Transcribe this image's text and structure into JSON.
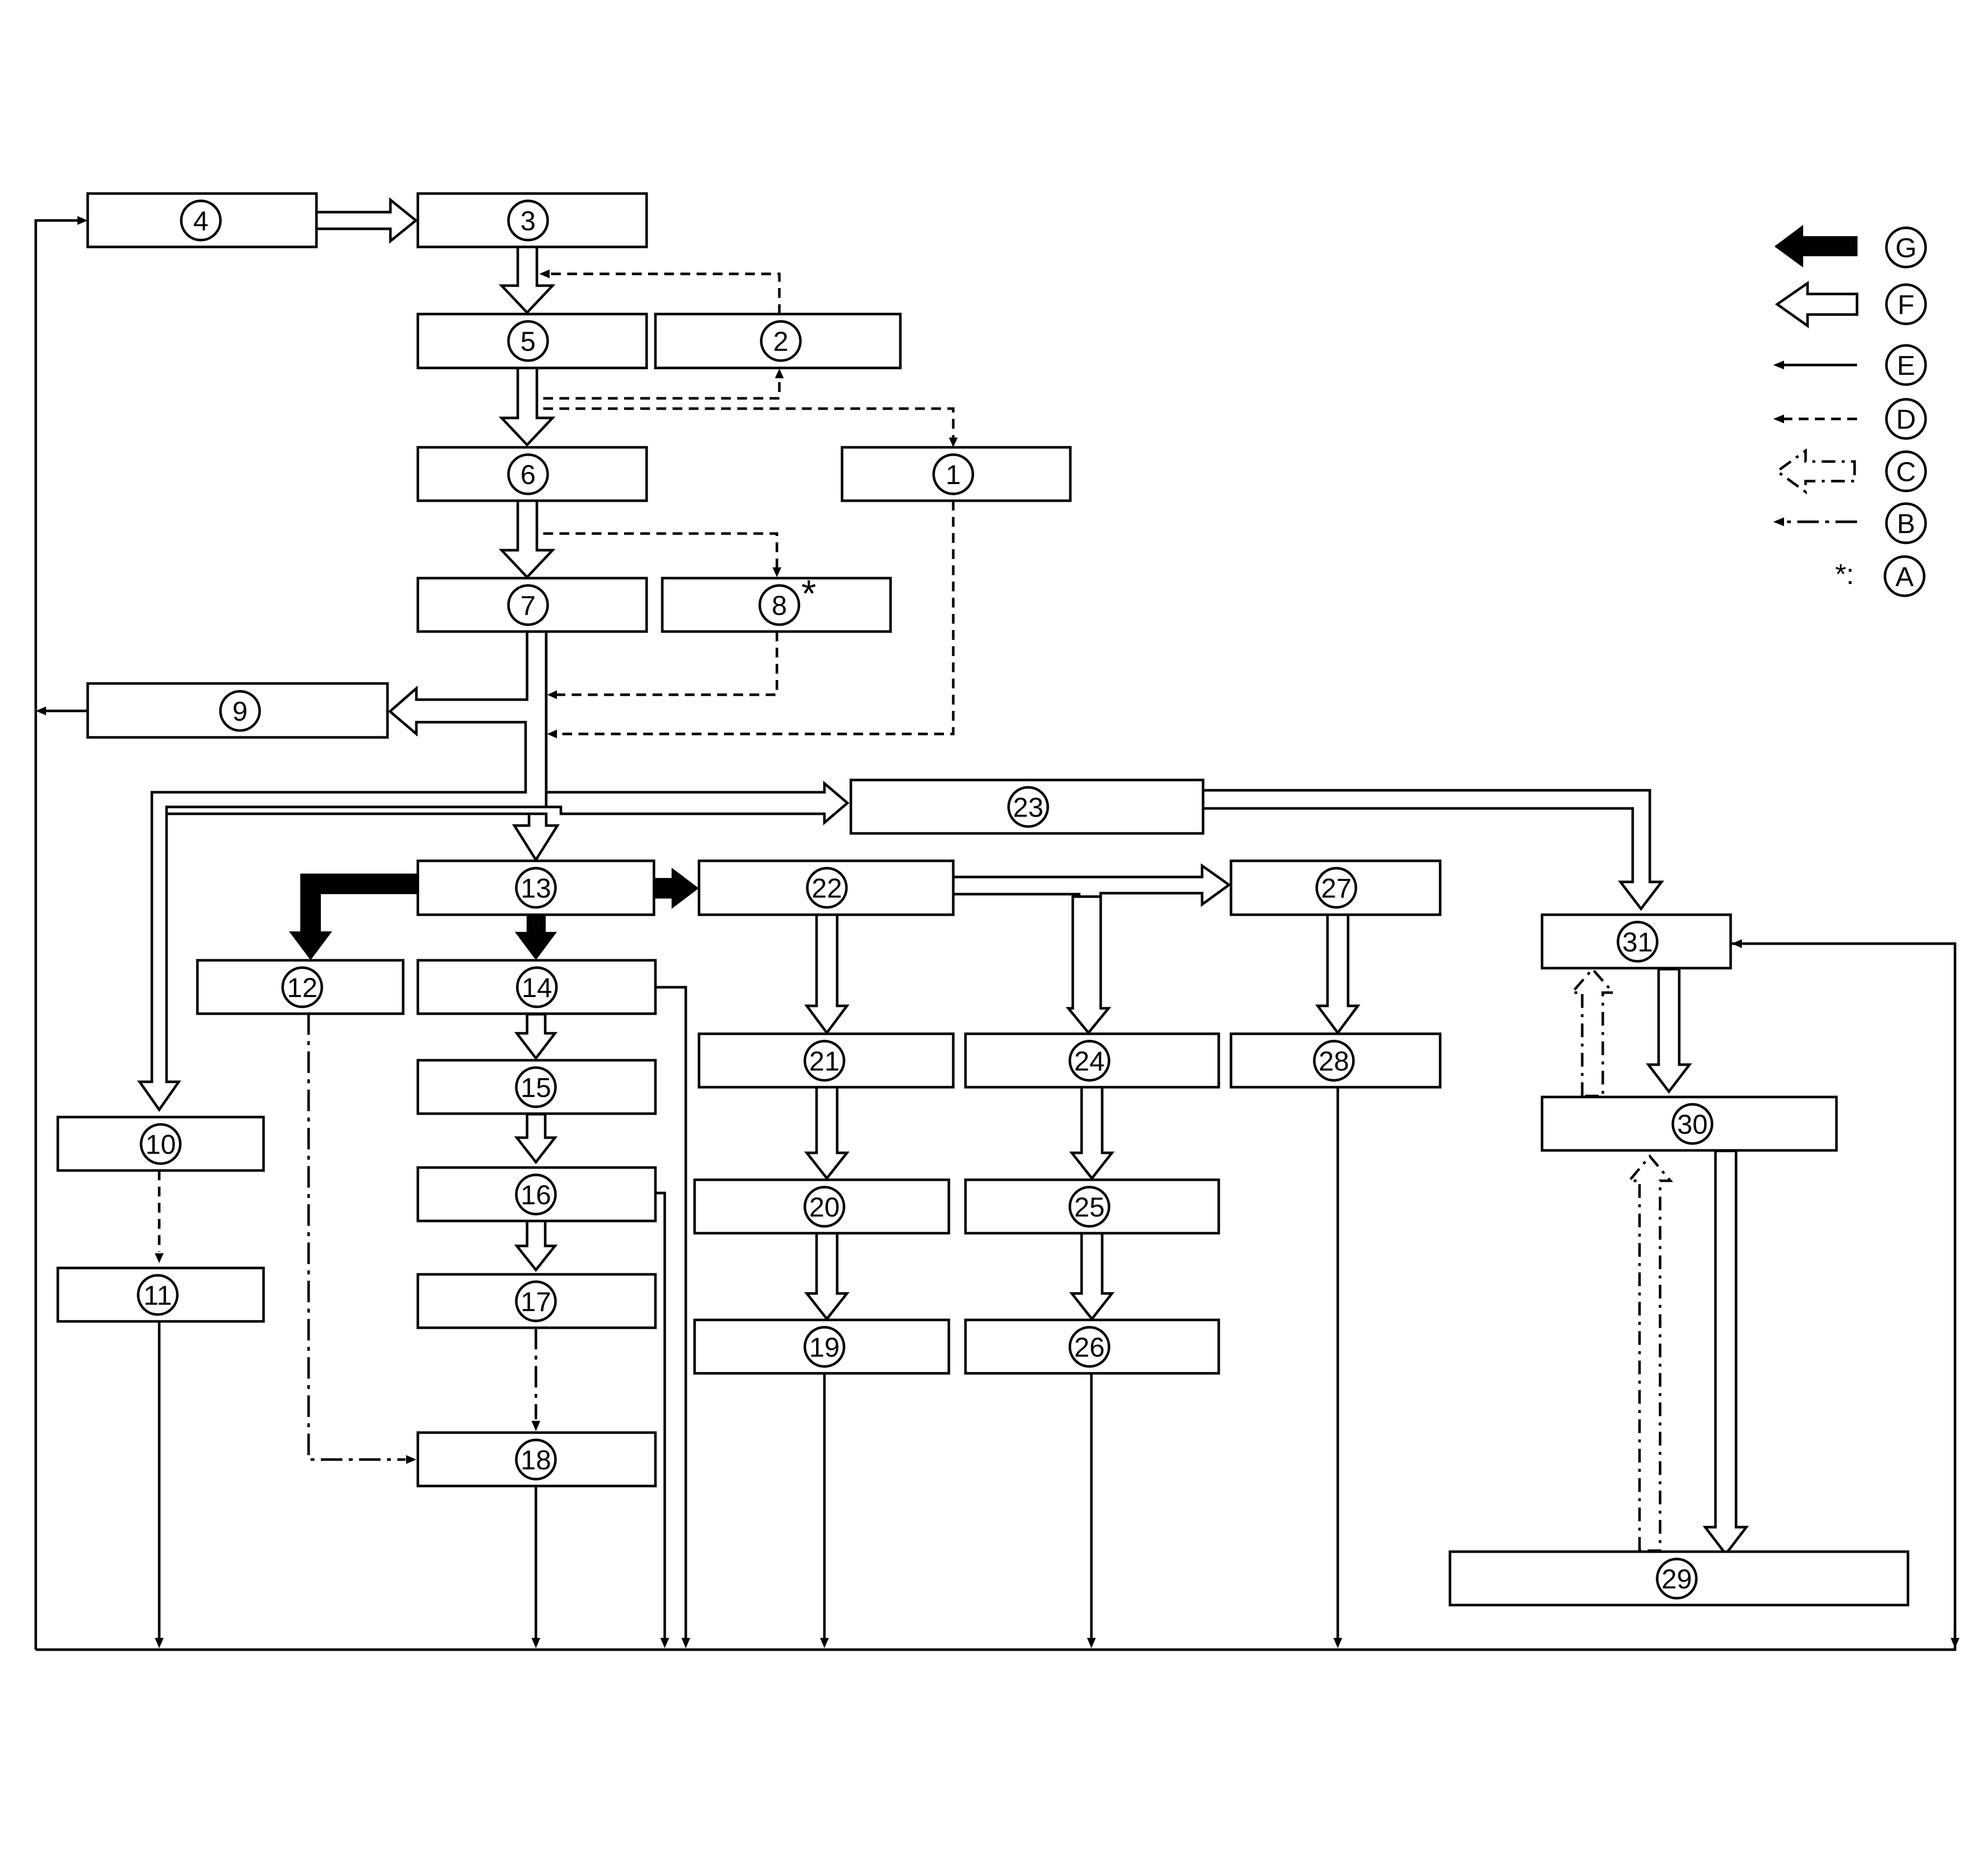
{
  "diagram": {
    "boxes": [
      {
        "id": "b1",
        "label": "1"
      },
      {
        "id": "b2",
        "label": "2"
      },
      {
        "id": "b3",
        "label": "3"
      },
      {
        "id": "b4",
        "label": "4"
      },
      {
        "id": "b5",
        "label": "5"
      },
      {
        "id": "b6",
        "label": "6"
      },
      {
        "id": "b7",
        "label": "7"
      },
      {
        "id": "b8",
        "label": "8",
        "mark": "*"
      },
      {
        "id": "b9",
        "label": "9"
      },
      {
        "id": "b10",
        "label": "10"
      },
      {
        "id": "b11",
        "label": "11"
      },
      {
        "id": "b12",
        "label": "12"
      },
      {
        "id": "b13",
        "label": "13"
      },
      {
        "id": "b14",
        "label": "14"
      },
      {
        "id": "b15",
        "label": "15"
      },
      {
        "id": "b16",
        "label": "16"
      },
      {
        "id": "b17",
        "label": "17"
      },
      {
        "id": "b18",
        "label": "18"
      },
      {
        "id": "b19",
        "label": "19"
      },
      {
        "id": "b20",
        "label": "20"
      },
      {
        "id": "b21",
        "label": "21"
      },
      {
        "id": "b22",
        "label": "22"
      },
      {
        "id": "b23",
        "label": "23"
      },
      {
        "id": "b24",
        "label": "24"
      },
      {
        "id": "b25",
        "label": "25"
      },
      {
        "id": "b26",
        "label": "26"
      },
      {
        "id": "b27",
        "label": "27"
      },
      {
        "id": "b28",
        "label": "28"
      },
      {
        "id": "b29",
        "label": "29"
      },
      {
        "id": "b30",
        "label": "30"
      },
      {
        "id": "b31",
        "label": "31"
      }
    ],
    "connections": [
      {
        "from": "4",
        "to": "3",
        "style": "hollow-arrow"
      },
      {
        "from": "3",
        "to": "5",
        "style": "hollow-arrow"
      },
      {
        "from": "2",
        "to": "3",
        "style": "dashed"
      },
      {
        "from": "5",
        "to": "2",
        "style": "dashed"
      },
      {
        "from": "5",
        "to": "1",
        "style": "dashed"
      },
      {
        "from": "5",
        "to": "6",
        "style": "hollow-arrow"
      },
      {
        "from": "6",
        "to": "7",
        "style": "hollow-arrow"
      },
      {
        "from": "6",
        "to": "8",
        "style": "dashed"
      },
      {
        "from": "7",
        "to": "9",
        "style": "hollow-arrow"
      },
      {
        "from": "8",
        "to": "7",
        "style": "dashed"
      },
      {
        "from": "1",
        "to": "7",
        "style": "dashed"
      },
      {
        "from": "7",
        "to": "10",
        "style": "hollow-arrow"
      },
      {
        "from": "7",
        "to": "13",
        "style": "hollow-arrow"
      },
      {
        "from": "7",
        "to": "23",
        "style": "hollow-arrow"
      },
      {
        "from": "10",
        "to": "11",
        "style": "dashed"
      },
      {
        "from": "13",
        "to": "12",
        "style": "solid-arrow"
      },
      {
        "from": "13",
        "to": "14",
        "style": "solid-arrow"
      },
      {
        "from": "13",
        "to": "22",
        "style": "solid-arrow"
      },
      {
        "from": "14",
        "to": "15",
        "style": "hollow-arrow"
      },
      {
        "from": "15",
        "to": "16",
        "style": "hollow-arrow"
      },
      {
        "from": "16",
        "to": "17",
        "style": "hollow-arrow"
      },
      {
        "from": "17",
        "to": "18",
        "style": "dash-dot"
      },
      {
        "from": "12",
        "to": "18",
        "style": "dash-dot"
      },
      {
        "from": "22",
        "to": "21",
        "style": "hollow-arrow"
      },
      {
        "from": "21",
        "to": "20",
        "style": "hollow-arrow"
      },
      {
        "from": "20",
        "to": "19",
        "style": "hollow-arrow"
      },
      {
        "from": "22",
        "to": "24",
        "style": "hollow-arrow"
      },
      {
        "from": "22",
        "to": "27",
        "style": "hollow-arrow"
      },
      {
        "from": "24",
        "to": "25",
        "style": "hollow-arrow"
      },
      {
        "from": "25",
        "to": "26",
        "style": "hollow-arrow"
      },
      {
        "from": "27",
        "to": "28",
        "style": "hollow-arrow"
      },
      {
        "from": "23",
        "to": "31",
        "style": "hollow-arrow"
      },
      {
        "from": "31",
        "to": "30",
        "style": "hollow-arrow"
      },
      {
        "from": "30",
        "to": "31",
        "style": "dashed-hollow-arrow"
      },
      {
        "from": "30",
        "to": "29",
        "style": "hollow-arrow"
      },
      {
        "from": "29",
        "to": "30",
        "style": "dashed-hollow-arrow"
      }
    ]
  },
  "legend": {
    "items": [
      {
        "key": "G",
        "symbol": "solid-arrow-icon"
      },
      {
        "key": "F",
        "symbol": "hollow-arrow-icon"
      },
      {
        "key": "E",
        "symbol": "solid-line-arrow-icon"
      },
      {
        "key": "D",
        "symbol": "dashed-line-arrow-icon"
      },
      {
        "key": "C",
        "symbol": "dashed-hollow-arrow-icon"
      },
      {
        "key": "B",
        "symbol": "dash-dot-line-arrow-icon"
      },
      {
        "key": "A",
        "symbol": "asterisk-icon",
        "prefix": "*:"
      }
    ]
  },
  "colors": {
    "stroke": "#000000",
    "fill": "#ffffff"
  }
}
